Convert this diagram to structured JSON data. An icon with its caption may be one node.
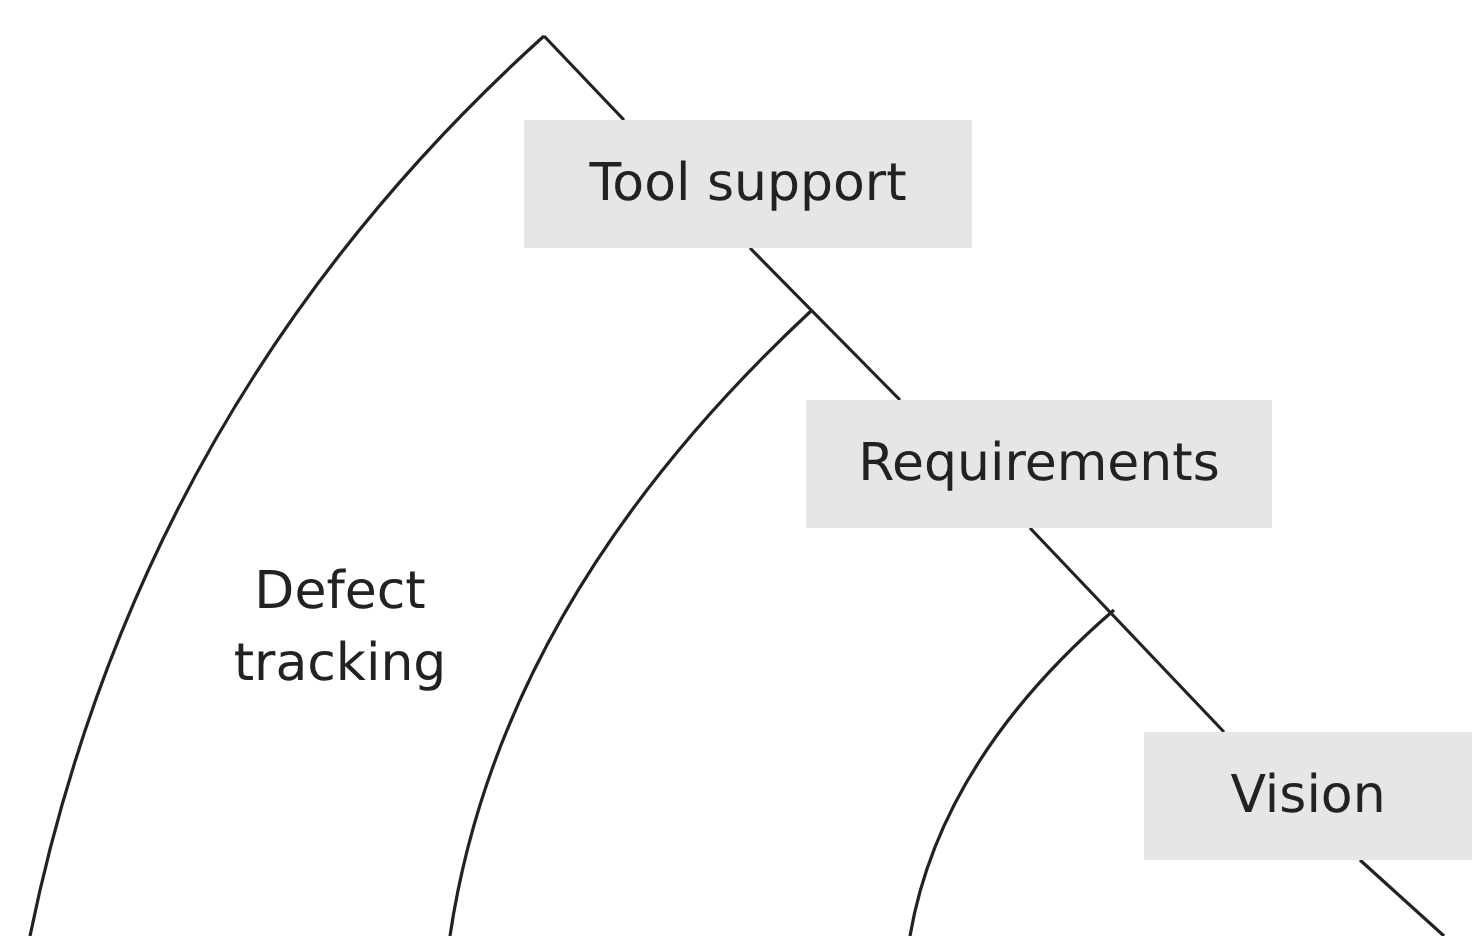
{
  "diagram": {
    "nodes": [
      {
        "text": [
          "Tool support"
        ]
      },
      {
        "text": [
          "Requirements"
        ]
      },
      {
        "text": [
          "Vision"
        ]
      }
    ],
    "edges": [
      {
        "from": null,
        "to": 0,
        "arrow": "none"
      },
      {
        "from": 0,
        "to": 1,
        "arrow": "none"
      },
      {
        "from": 1,
        "to": 2,
        "arrow": "none"
      },
      {
        "from": 2,
        "to": null,
        "arrow": "none"
      }
    ],
    "labels": [
      "Defect tracking"
    ]
  }
}
